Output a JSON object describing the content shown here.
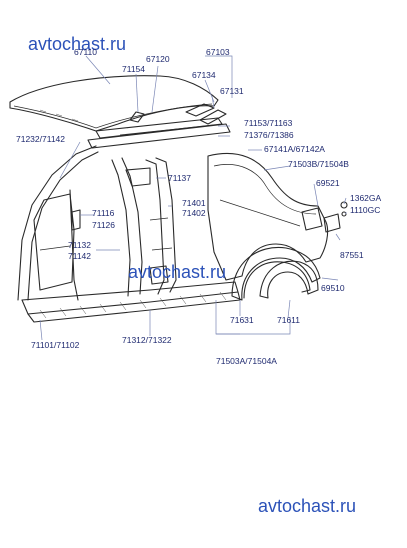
{
  "watermarks": [
    "avtochast.ru",
    "avtochast.ru",
    "avtochast.ru"
  ],
  "labels": {
    "l67110": "67110",
    "l71154": "71154",
    "l67120": "67120",
    "l67103": "67103",
    "l67134": "67134",
    "l67131": "67131",
    "l71153": "71153/71163",
    "l71376": "71376/71386",
    "l67141": "67141A/67142A",
    "l71503b": "71503B/71504B",
    "l69521": "69521",
    "l71232": "71232/71142",
    "l71137": "71137",
    "l1362": "1362GA",
    "l1110": "1110GC",
    "l71401": "71401",
    "l71402": "71402",
    "l71116": "71116",
    "l71126": "71126",
    "l71132": "71132",
    "l71142": "71142",
    "l87551": "87551",
    "l69510": "69510",
    "l71101": "71101/71102",
    "l71312": "71312/71322",
    "l71631": "71631",
    "l71611": "71611",
    "l71503a": "71503A/71504A"
  },
  "colors": {
    "watermark": "#2c52b8",
    "label": "#1f2a70",
    "line": "#2a2a2a",
    "leader": "#7a86b5"
  }
}
